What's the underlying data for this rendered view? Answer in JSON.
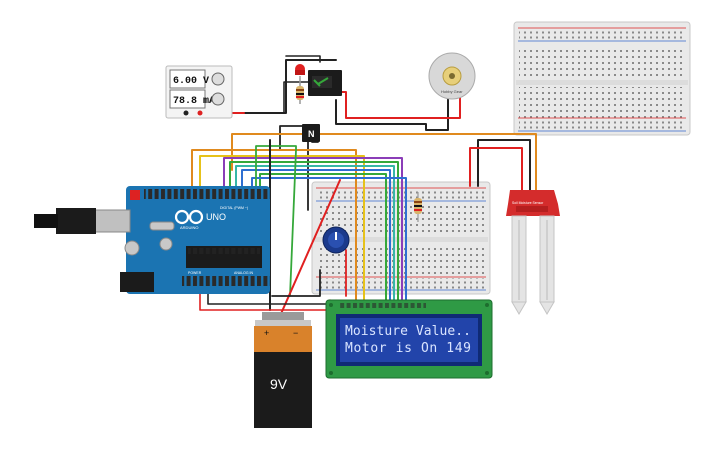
{
  "power_supply": {
    "voltage": "6.00 V",
    "current": "78.8 mA"
  },
  "transistor": {
    "label": "N"
  },
  "arduino": {
    "brand": "ARDUINO",
    "model": "UNO",
    "digital_label": "DIGITAL (PWM ~)",
    "analog_label": "ANALOG IN",
    "power_label": "POWER"
  },
  "battery": {
    "voltage": "9V",
    "plus": "+",
    "minus": "−"
  },
  "lcd": {
    "line1": "Moisture Value..",
    "line2": "Motor is On  149"
  },
  "motor": {
    "label": "Hobby Gear"
  },
  "soil_sensor": {
    "label": "Soil Moisture Sensor"
  },
  "colors": {
    "arduino_blue": "#1b74b2",
    "lcd_green": "#2f9a45",
    "lcd_screen": "#2244aa",
    "lcd_text": "#d9e4ff",
    "battery_orange": "#d9822b",
    "sensor_red": "#d42c2c",
    "wire_orange": "#e08a1e",
    "wire_red": "#e02020",
    "wire_green": "#35a83a",
    "wire_blue": "#2e6fd1",
    "wire_purple": "#8b3db8",
    "wire_yellow": "#e6c21a",
    "wire_black": "#222222",
    "wire_teal": "#36b6a7"
  }
}
